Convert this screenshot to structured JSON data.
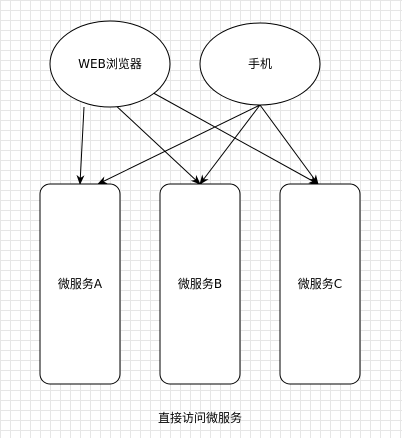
{
  "clients": [
    {
      "id": "web",
      "label": "WEB浏览器"
    },
    {
      "id": "phone",
      "label": "手机"
    }
  ],
  "services": [
    {
      "id": "a",
      "label": "微服务A"
    },
    {
      "id": "b",
      "label": "微服务B"
    },
    {
      "id": "c",
      "label": "微服务C"
    }
  ],
  "edges": [
    {
      "from": "web",
      "to": "a"
    },
    {
      "from": "web",
      "to": "b"
    },
    {
      "from": "web",
      "to": "c"
    },
    {
      "from": "phone",
      "to": "a"
    },
    {
      "from": "phone",
      "to": "b"
    },
    {
      "from": "phone",
      "to": "c"
    }
  ],
  "caption": "直接访问微服务",
  "colors": {
    "stroke": "#000000",
    "fill": "#ffffff"
  }
}
